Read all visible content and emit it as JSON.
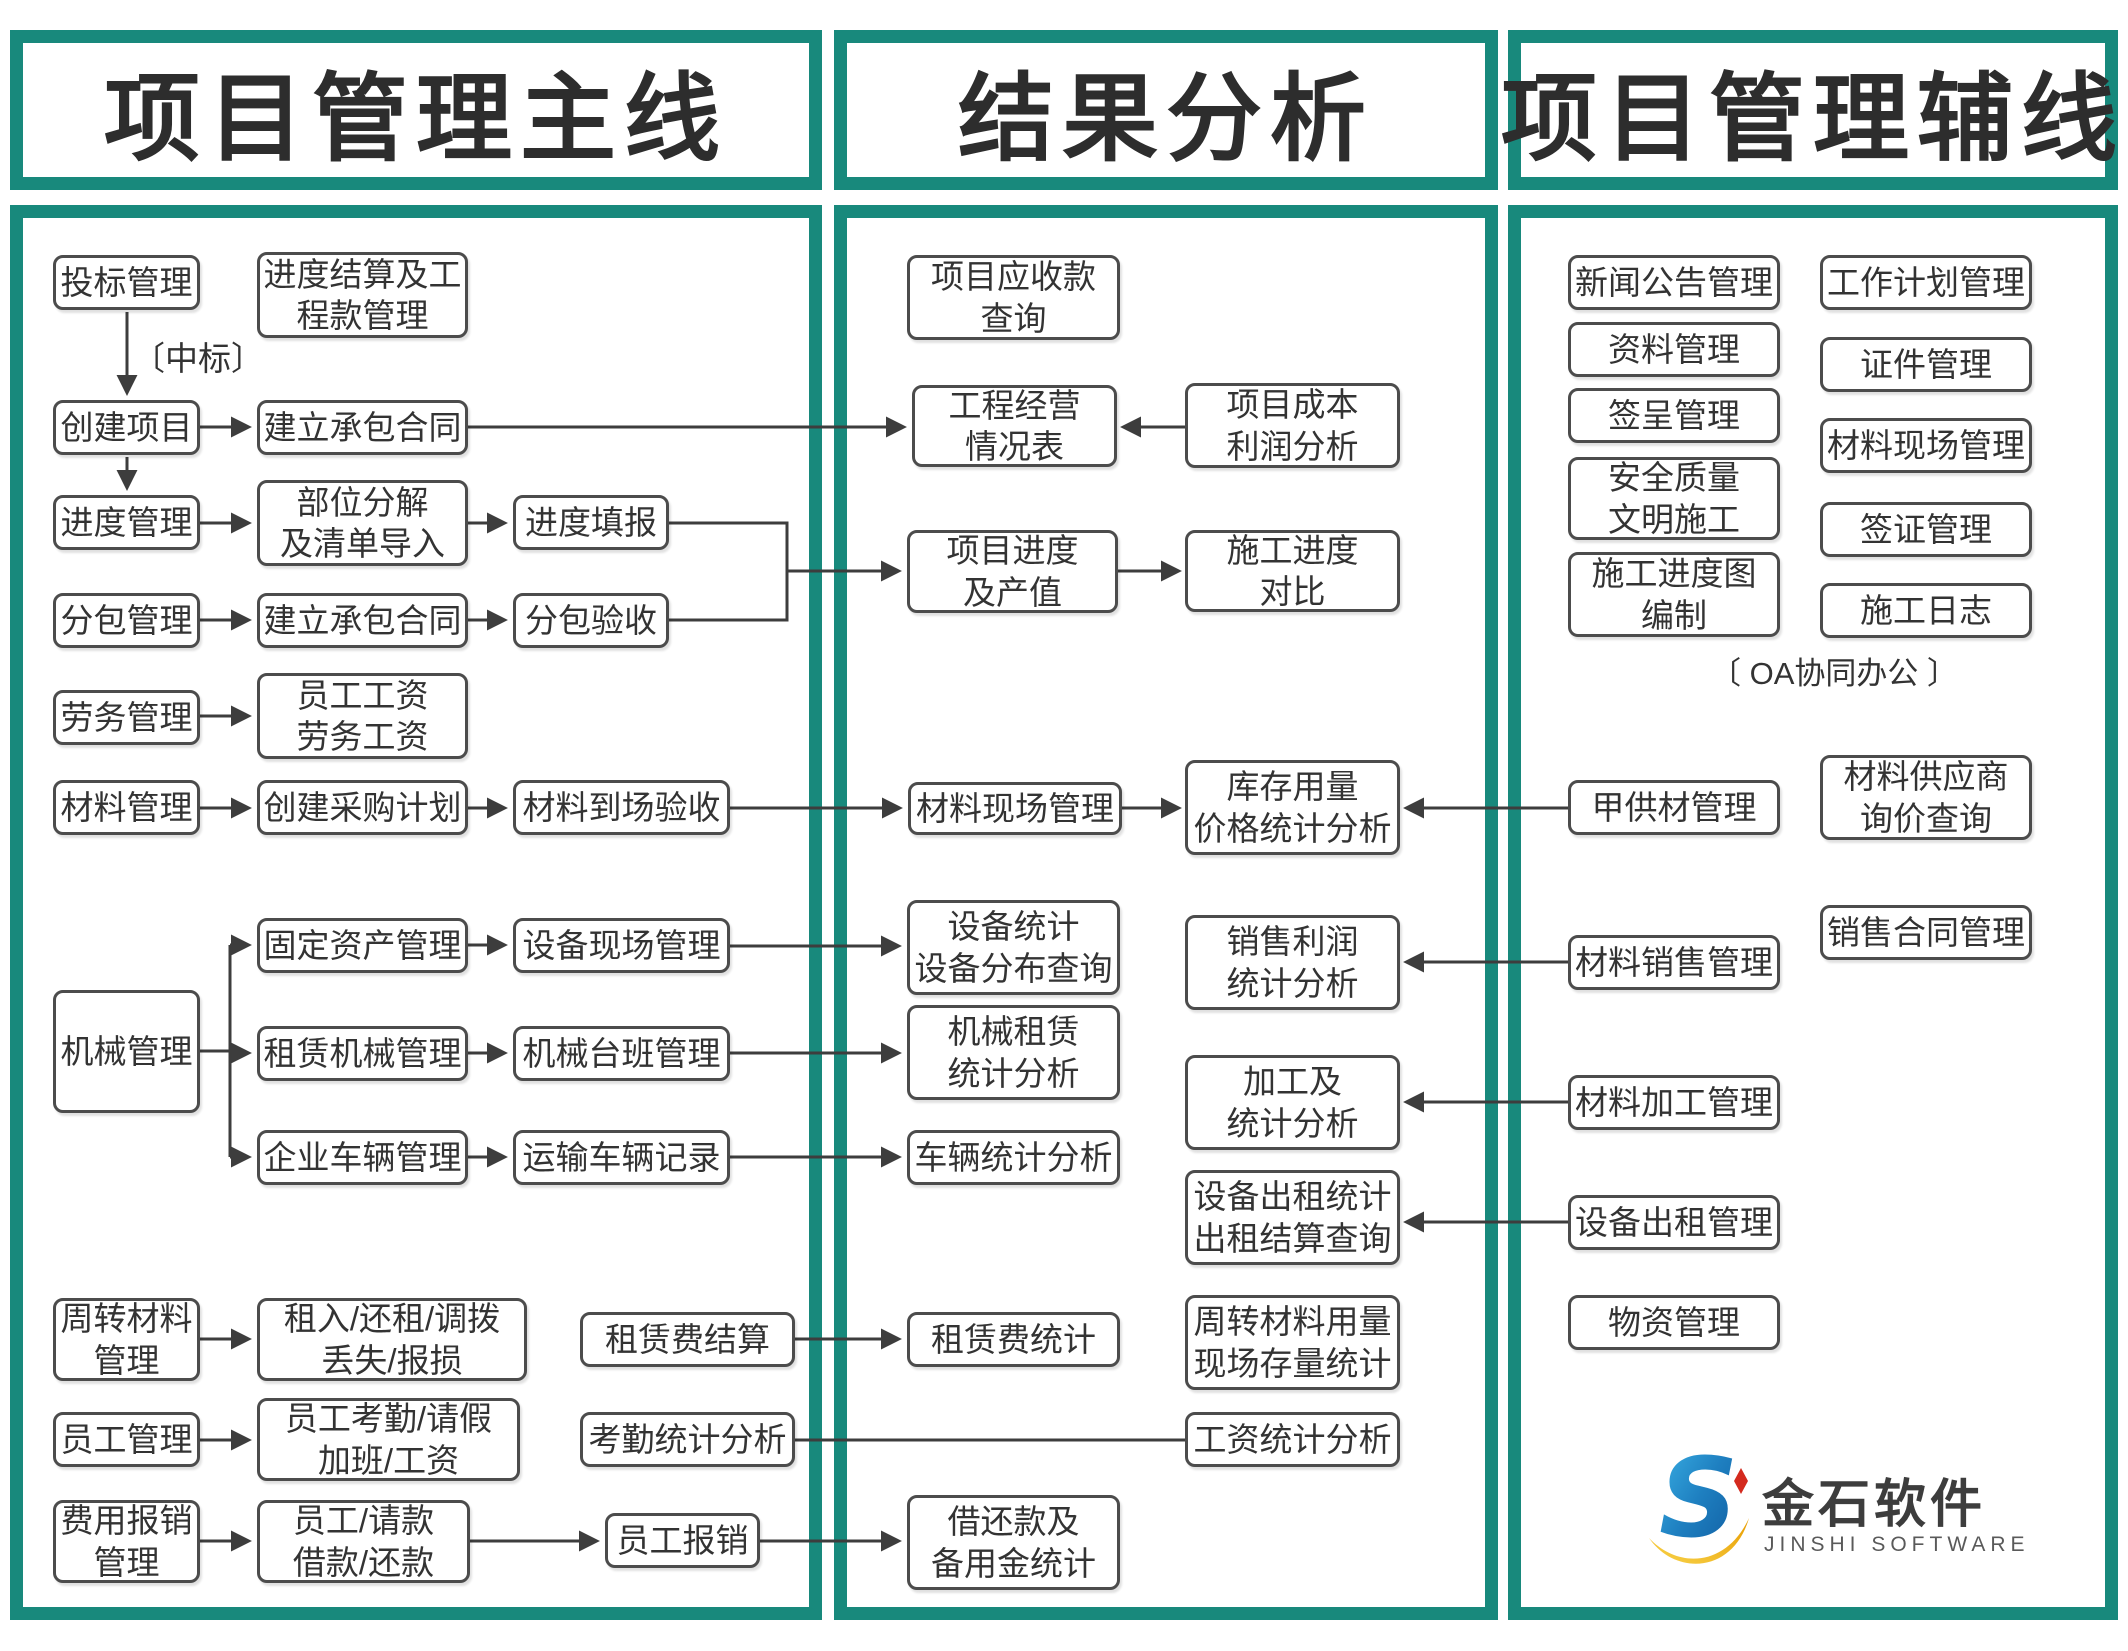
{
  "columns": {
    "main": {
      "header": "项目管理主线"
    },
    "analysis": {
      "header": "结果分析"
    },
    "aux": {
      "header": "项目管理辅线"
    }
  },
  "labels": {
    "win_bid": "〔中标〕",
    "oa": "〔 OA协同办公 〕"
  },
  "nodes": {
    "bid": "投标管理",
    "settle": "进度结算及工\n程款管理",
    "create_project": "创建项目",
    "contract1": "建立承包合同",
    "progress": "进度管理",
    "decompose": "部位分解\n及清单导入",
    "progress_fill": "进度填报",
    "subcontract": "分包管理",
    "contract2": "建立承包合同",
    "sub_accept": "分包验收",
    "labor": "劳务管理",
    "wages": "员工工资\n劳务工资",
    "material": "材料管理",
    "purchase_plan": "创建采购计划",
    "material_accept": "材料到场验收",
    "fixed_asset": "固定资产管理",
    "equip_site": "设备现场管理",
    "machine": "机械管理",
    "rental_machine": "租赁机械管理",
    "machine_shift": "机械台班管理",
    "vehicle": "企业车辆管理",
    "transport_record": "运输车辆记录",
    "turnover": "周转材料\n管理",
    "rent_in": "租入/还租/调拨\n丢失/报损",
    "rent_settle": "租赁费结算",
    "employee": "员工管理",
    "attendance": "员工考勤/请假\n加班/工资",
    "attendance_stat": "考勤统计分析",
    "expense": "费用报销\n管理",
    "request_loan": "员工/请款\n借款/还款",
    "reimburse": "员工报销",
    "receivable": "项目应收款\n查询",
    "operation_table": "工程经营\n情况表",
    "cost_profit": "项目成本\n利润分析",
    "proj_progress": "项目进度\n及产值",
    "constr_compare": "施工进度\n对比",
    "mat_site2": "材料现场管理",
    "inventory": "库存用量\n价格统计分析",
    "equip_stat": "设备统计\n设备分布查询",
    "sales_profit": "销售利润\n统计分析",
    "machine_rent_stat": "机械租赁\n统计分析",
    "process_stat": "加工及\n统计分析",
    "vehicle_stat": "车辆统计分析",
    "equip_rent_stat": "设备出租统计\n出租结算查询",
    "rent_fee_stat": "租赁费统计",
    "turnover_stat": "周转材料用量\n现场存量统计",
    "wage_stat": "工资统计分析",
    "loan_stat": "借还款及\n备用金统计",
    "news": "新闻公告管理",
    "work_plan": "工作计划管理",
    "doc": "资料管理",
    "cert": "证件管理",
    "sign": "签呈管理",
    "mat_site3": "材料现场管理",
    "safety": "安全质量\n文明施工",
    "visa": "签证管理",
    "schedule_chart": "施工进度图\n编制",
    "constr_log": "施工日志",
    "supply_mat": "甲供材管理",
    "supplier_inquiry": "材料供应商\n询价查询",
    "mat_sales": "材料销售管理",
    "sales_contract": "销售合同管理",
    "mat_process": "材料加工管理",
    "equip_rent": "设备出租管理",
    "goods": "物资管理"
  },
  "logo": {
    "name_cn": "金石软件",
    "name_en": "JINSHI SOFTWARE"
  },
  "colors": {
    "accent_teal": "#18897C",
    "line": "#3d3d3d",
    "box_border": "#4c4c4c",
    "logo_blue": "#1e7fc0",
    "logo_yellow": "#f0b400",
    "logo_red": "#d42a1e"
  }
}
